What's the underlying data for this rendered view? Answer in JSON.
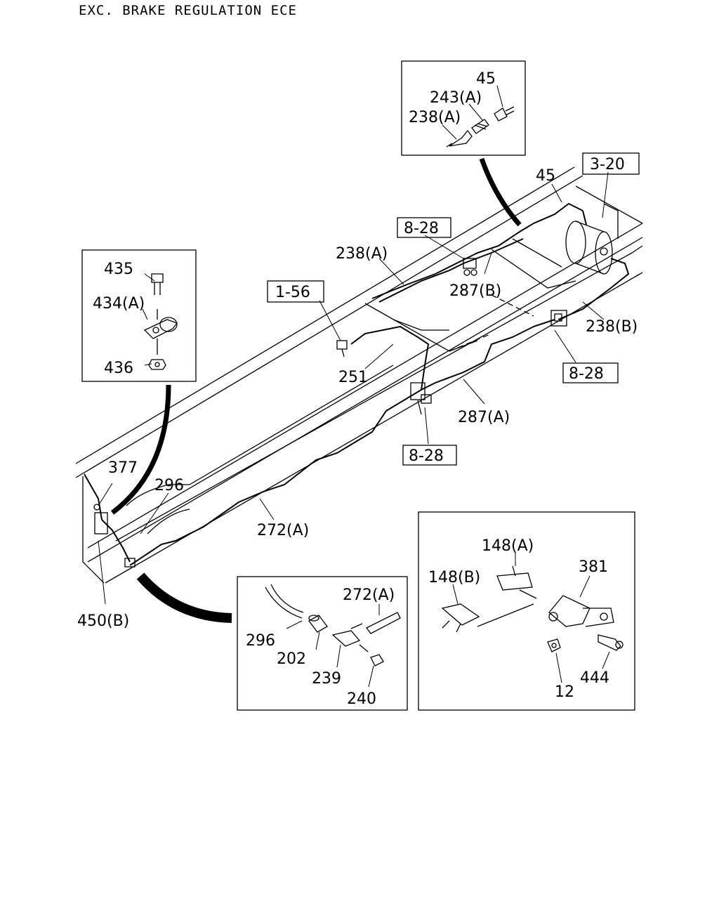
{
  "header": {
    "title": "EXC. BRAKE REGULATION ECE"
  },
  "labels": {
    "box_top": {
      "p45": "45",
      "p243a": "243(A)",
      "p238a": "238(A)"
    },
    "box_left": {
      "p435": "435",
      "p434a": "434(A)",
      "p436": "436"
    },
    "box_bl": {
      "p296": "296",
      "p202": "202",
      "p239": "239",
      "p240": "240",
      "p272a": "272(A)"
    },
    "box_br": {
      "p148a": "148(A)",
      "p148b": "148(B)",
      "p381": "381",
      "p444": "444",
      "p12": "12"
    },
    "main": {
      "ref_320": "3-20",
      "p45": "45",
      "ref_828_top": "8-28",
      "p238a": "238(A)",
      "p287b": "287(B)",
      "ref_156": "1-56",
      "p238b": "238(B)",
      "ref_828_right": "8-28",
      "p251": "251",
      "p287a": "287(A)",
      "ref_828_mid": "8-28",
      "p377": "377",
      "p296": "296",
      "p272a": "272(A)",
      "p450b": "450(B)"
    }
  }
}
